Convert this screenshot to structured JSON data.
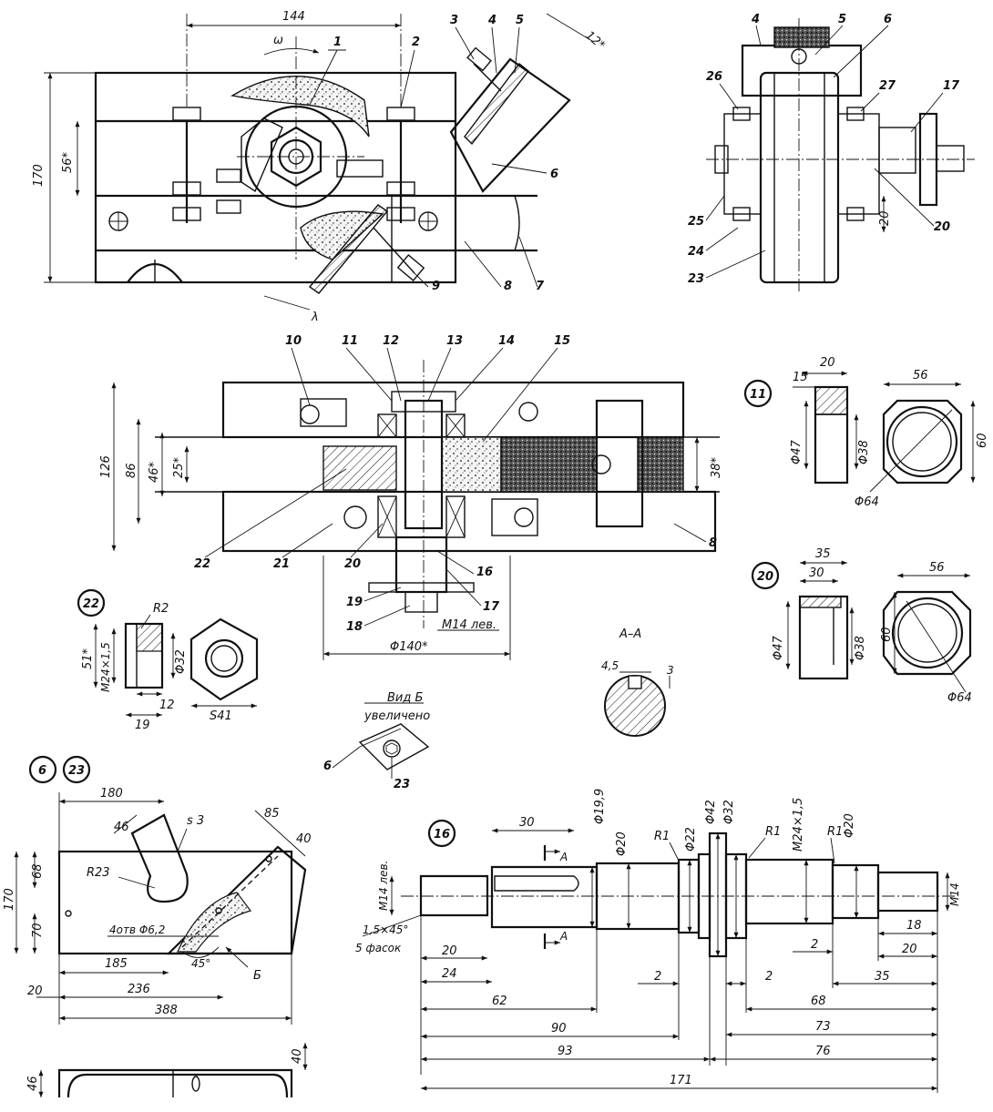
{
  "top_view": {
    "dims": {
      "w144": "144",
      "w12": "12*",
      "h170": "170",
      "h56": "56*",
      "omega": "ω",
      "lambda": "λ"
    },
    "labels": [
      "1",
      "2",
      "3",
      "4",
      "5",
      "6",
      "7",
      "8",
      "9"
    ]
  },
  "end_view": {
    "labels": [
      "4",
      "5",
      "6",
      "26",
      "27",
      "17",
      "20",
      "25",
      "24",
      "23"
    ],
    "dim20": "20"
  },
  "section_view": {
    "labels": [
      "10",
      "11",
      "12",
      "13",
      "14",
      "15",
      "22",
      "21",
      "20",
      "16",
      "19",
      "17",
      "18",
      "8"
    ],
    "dims": {
      "h126": "126",
      "h86": "86",
      "h46": "46*",
      "h25": "25*",
      "h38": "38*",
      "m14": "M14 лев.",
      "d140": "Φ140*"
    }
  },
  "part11": {
    "id": "11",
    "d15": "15",
    "d20": "20",
    "d56": "56",
    "d47": "Φ47",
    "d38": "Φ38",
    "d64": "Φ64",
    "d60": "60"
  },
  "part20": {
    "id": "20",
    "d35": "35",
    "d30": "30",
    "d56": "56",
    "d47": "Φ47",
    "d38": "Φ38",
    "d60": "60",
    "d64": "Φ64"
  },
  "part22": {
    "id": "22",
    "r2": "R2",
    "m24": "M24×1,5",
    "d51": "51*",
    "d32": "Φ32",
    "d12": "12",
    "d19": "19",
    "s41": "S41"
  },
  "section_aa": {
    "title": "A–A",
    "d45": "4,5",
    "d3": "3"
  },
  "view_b": {
    "title1": "Вид Б",
    "title2": "увеличено",
    "l6": "6",
    "l23": "23"
  },
  "plate": {
    "id6": "6",
    "id23": "23",
    "dims": {
      "d180": "180",
      "d46": "46",
      "s3": "s 3",
      "d85": "85",
      "d40": "40",
      "r23": "R23",
      "d68": "68",
      "d170": "170",
      "d70": "70",
      "holes": "4отв Φ6,2",
      "d185": "185",
      "a45": "45°",
      "b": "Б",
      "d20": "20",
      "d236": "236",
      "d388": "388",
      "d46b": "46",
      "d40b": "40"
    }
  },
  "shaft": {
    "id": "16",
    "dims": {
      "d30": "30",
      "d199": "Φ19,9",
      "d20a": "Φ20",
      "r1a": "R1",
      "d22": "Φ22",
      "d42": "Φ42",
      "d32": "Φ32",
      "r1b": "R1",
      "m24": "M24×1,5",
      "r1c": "R1",
      "d20b": "Φ20",
      "m14l": "M14 лев.",
      "m14": "M14",
      "a": "A",
      "cham": "1,5×45°",
      "cham2": "5 фасок",
      "l20a": "20",
      "l24": "24",
      "l62": "62",
      "l2a": "2",
      "l2b": "2",
      "l2c": "2",
      "l18": "18",
      "l20b": "20",
      "l35": "35",
      "l68": "68",
      "l90": "90",
      "l73": "73",
      "l93": "93",
      "l76": "76",
      "l171": "171"
    }
  }
}
